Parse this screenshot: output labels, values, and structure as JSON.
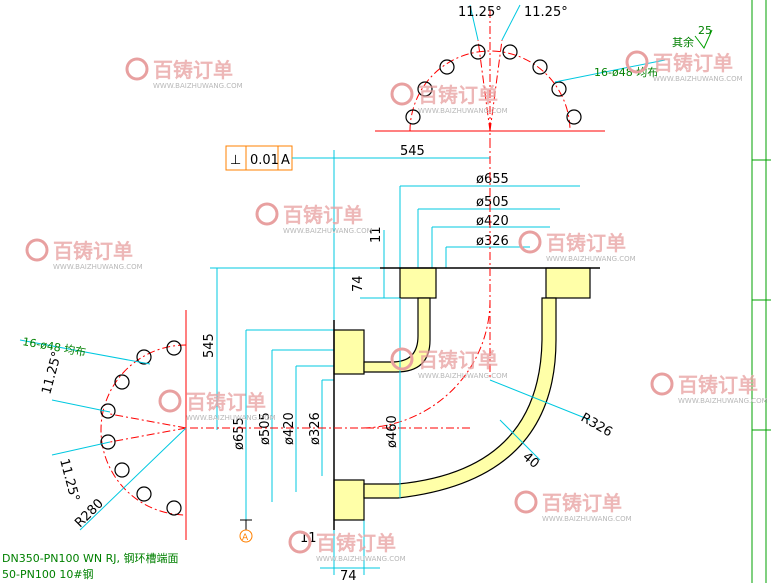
{
  "watermark": {
    "brand": "百铸订单",
    "url": "WWW.BAIZHUWANG.COM"
  },
  "tolerance": {
    "symbol": "⊥",
    "value": "0.01",
    "datum": "A"
  },
  "datum_label": "A",
  "top_bolt_pattern": {
    "angle1": "11.25°",
    "angle2": "11.25°",
    "hole_note": "16-ø48 均布",
    "roughness_note": "其余",
    "roughness_value": "25"
  },
  "left_bolt_pattern": {
    "hole_note": "16-ø48 均布",
    "angle1": "11.25°",
    "angle2": "11.25°",
    "radius": "R280"
  },
  "dimensions": {
    "width_545": "545",
    "height_545": "545",
    "d655_top": "ø655",
    "d505_top": "ø505",
    "d420_top": "ø420",
    "d326_top": "ø326",
    "d655_left": "ø655",
    "d505_left": "ø505",
    "d420_left": "ø420",
    "d326_left": "ø326",
    "d460": "ø460",
    "r326": "R326",
    "wall_40": "40",
    "flange_74_top": "74",
    "flange_11_top": "11",
    "flange_74_bottom": "74",
    "flange_11_bottom": "11"
  },
  "notes": {
    "line1": "DN350-PN100 WN RJ, 钢环槽端面",
    "line2": "50-PN100 10#钢"
  },
  "colors": {
    "dimension_line": "#00c8e0",
    "center_line": "#ff0000",
    "outline": "#000000",
    "section_fill": "#ffffa8",
    "note_green": "#00a000",
    "tolerance_box": "#ff8000"
  }
}
